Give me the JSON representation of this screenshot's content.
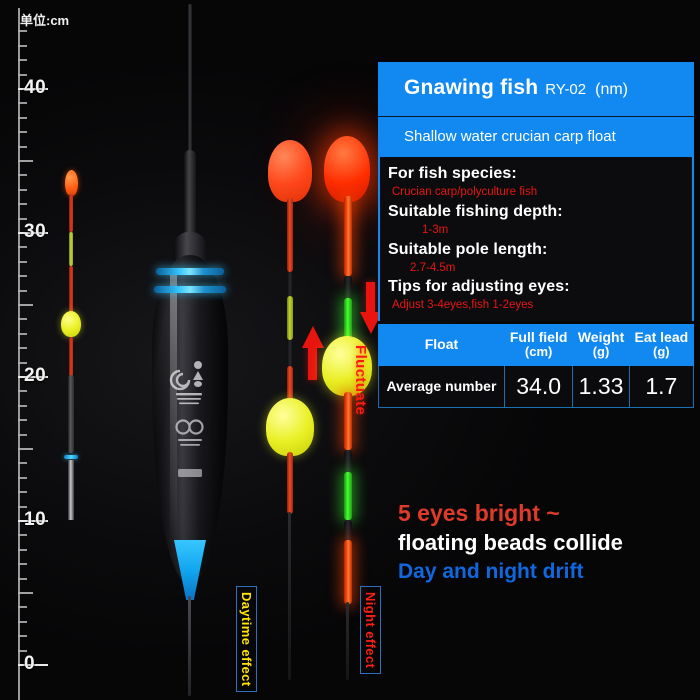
{
  "ruler": {
    "unit_label": "单位:cm",
    "ticks": [
      {
        "value": "40"
      },
      {
        "value": "30"
      },
      {
        "value": "20"
      },
      {
        "value": "10"
      },
      {
        "value": "0"
      }
    ]
  },
  "panel": {
    "title_main": "Gnawing fish",
    "title_code": "RY-02",
    "title_unit": "(nm)",
    "subtitle": "Shallow water crucian carp float",
    "specs": [
      {
        "question": "For fish species:",
        "answer": "Crucian carp/polyculture fish"
      },
      {
        "question": "Suitable fishing depth:",
        "answer": "1-3m"
      },
      {
        "question": "Suitable pole length:",
        "answer": "2.7-4.5m"
      },
      {
        "question": "Tips for adjusting eyes:",
        "answer": "Adjust 3-4eyes,fish 1-2eyes"
      }
    ],
    "table": {
      "headers": [
        {
          "name": "Float",
          "unit": ""
        },
        {
          "name": "Full field",
          "unit": "(cm)"
        },
        {
          "name": "Weight",
          "unit": "(g)"
        },
        {
          "name": "Eat lead",
          "unit": "(g)"
        }
      ],
      "rows": [
        {
          "label": "Average number",
          "full_field": "34.0",
          "weight": "1.33",
          "eat_lead": "1.7"
        }
      ]
    },
    "tagline": {
      "line1": "5 eyes bright ~",
      "line2": "floating beads collide",
      "line3": "Day and night drift"
    }
  },
  "callouts": {
    "daytime": "Daytime effect",
    "night": "Night effect",
    "fluctuate": "Fluctuate"
  },
  "colors": {
    "brand_blue": "#1189f0",
    "accent_red": "#e81515",
    "accent_yellow": "#ffe400",
    "tagline_blue": "#1068e0"
  }
}
